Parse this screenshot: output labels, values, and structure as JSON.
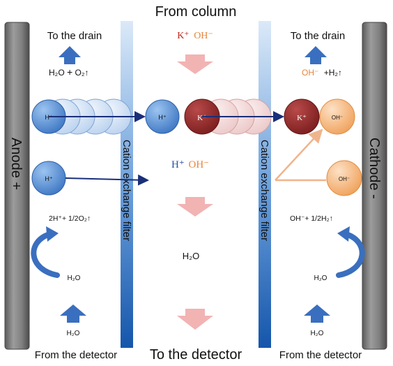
{
  "header": {
    "from_column": "From column",
    "to_detector": "To the detector"
  },
  "left": {
    "to_drain": "To the drain",
    "drain_h2o": "H₂O",
    "drain_plus": "+",
    "drain_o2": "O₂↑",
    "electrode_label": "Anode +",
    "reaction": "2H⁺+ 1/2O₂↑",
    "h2o_curve": "H₂O",
    "h2o_bottom": "H₂O",
    "from_detector": "From the detector",
    "h_ion": "H⁺"
  },
  "center": {
    "k_oh_top": {
      "k": "K⁺",
      "oh": "OH⁻"
    },
    "h_oh_mid": {
      "h": "H⁺",
      "oh": "OH⁻"
    },
    "water": "H₂O",
    "h_ion": "H⁺",
    "k_ion": "K⁺"
  },
  "right": {
    "to_drain": "To the drain",
    "drain_oh": "OH⁻",
    "drain_h2": "+H₂↑",
    "electrode_label": "Cathode -",
    "reaction": "OH⁻+ 1/2H₂↑",
    "h2o_curve": "H₂O",
    "h2o_bottom": "H₂O",
    "from_detector": "From the detector",
    "k_ion": "K⁺",
    "oh_ion": "OH⁻"
  },
  "filters": {
    "left_label": "Cation exchange filter",
    "right_label": "Cation exchange filter"
  },
  "colors": {
    "anode_label": "#e03030",
    "k_red": "#c0281e",
    "oh_orange": "#e8853a",
    "h_blue": "#2450a8",
    "filter_blue": "#1e66b8",
    "arrow_pink": "#f2b3b3",
    "arrow_blue": "#3a6fbf",
    "k_ion_fill": "#8e2626",
    "oh_fill": "#f3aa66"
  }
}
